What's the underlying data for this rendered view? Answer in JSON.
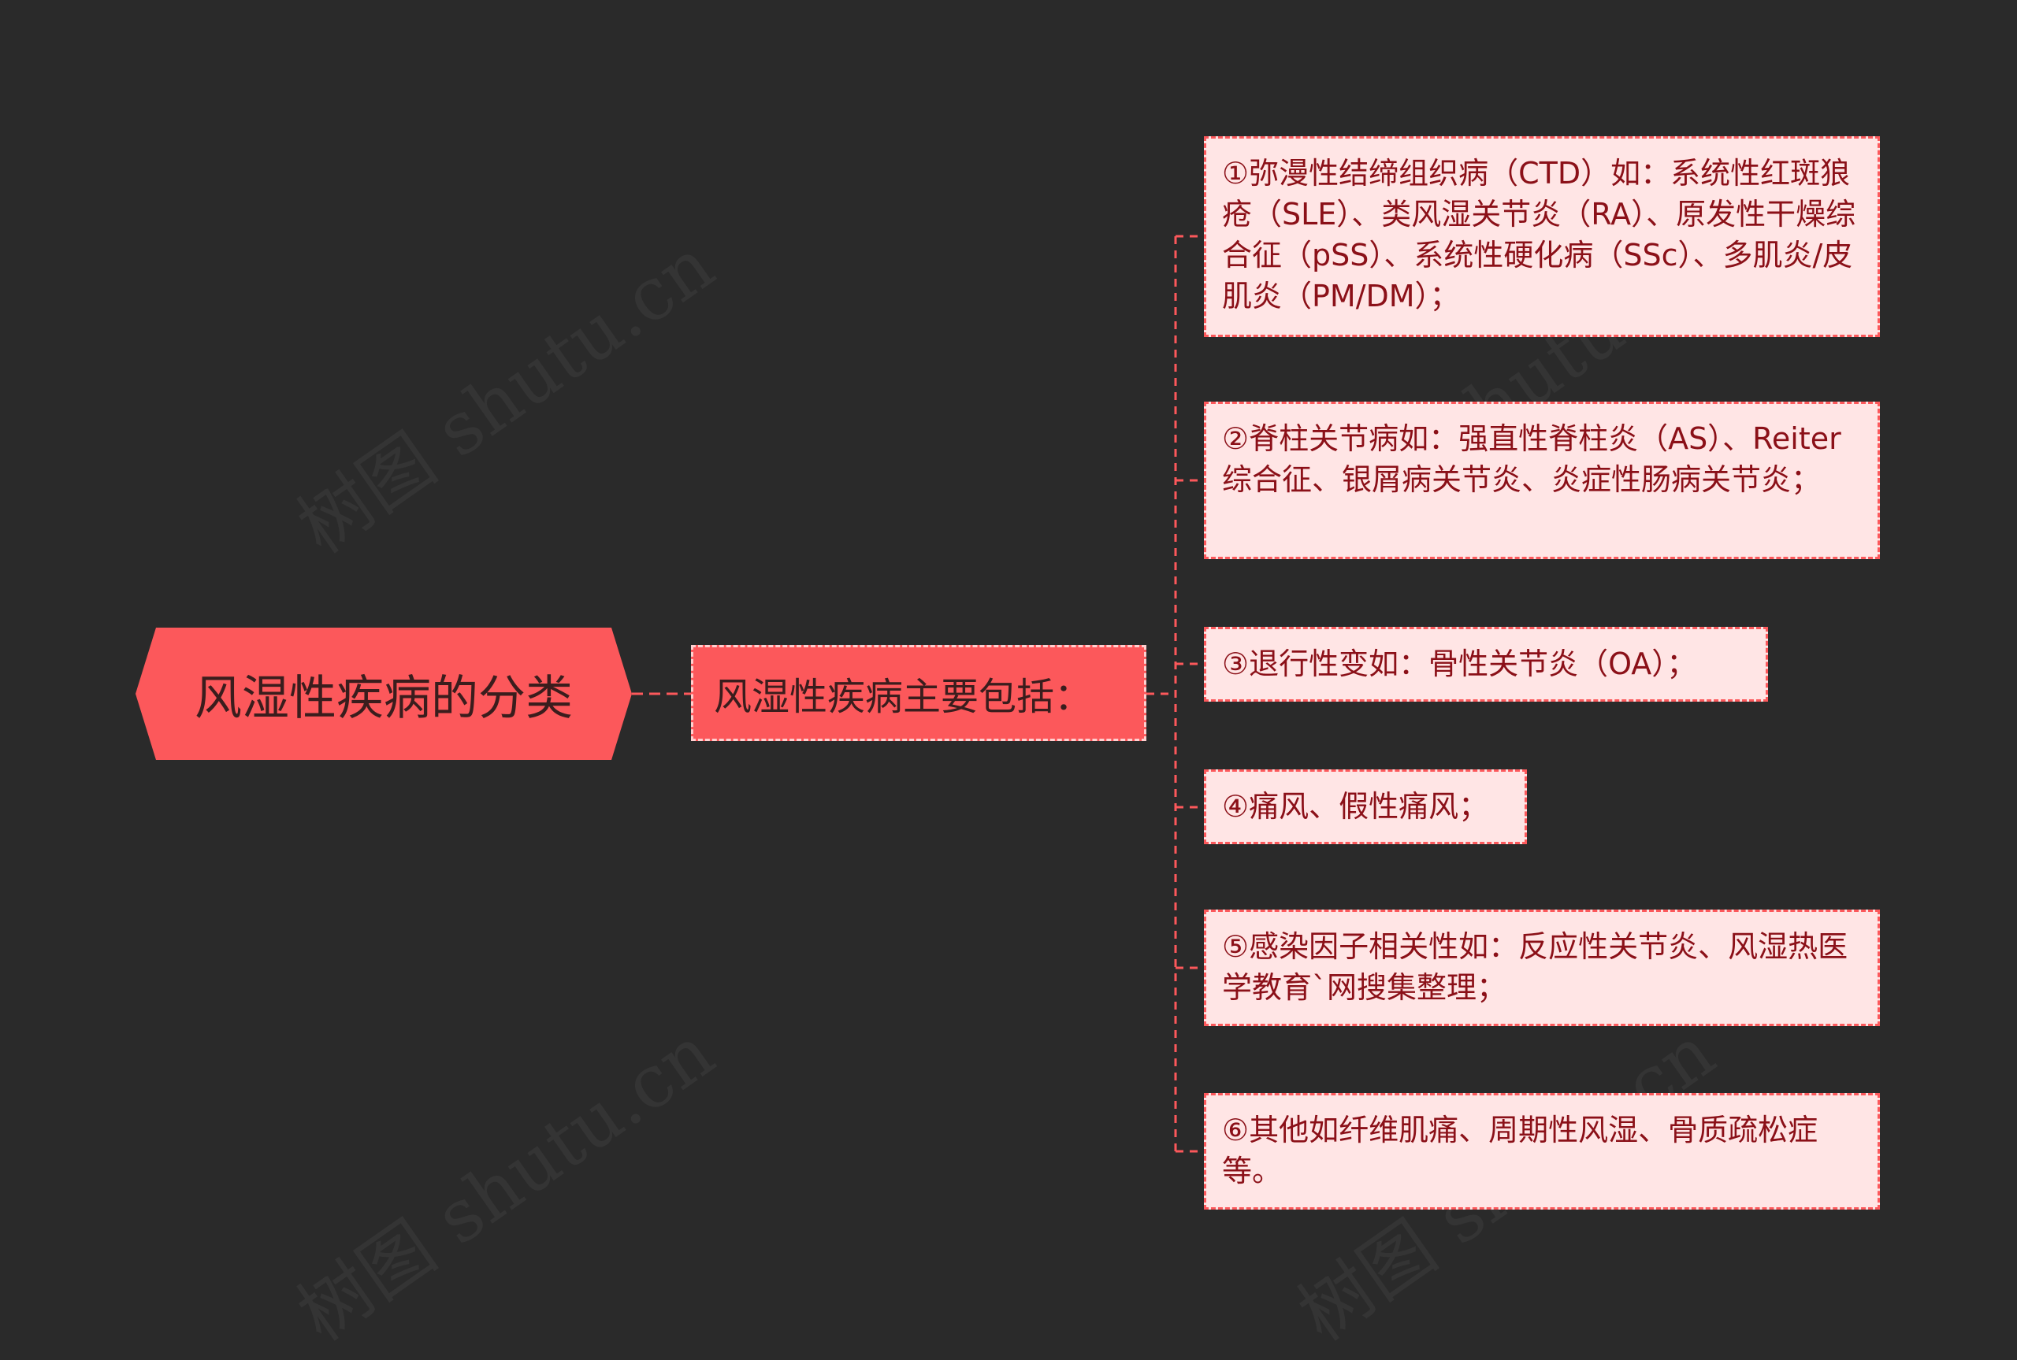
{
  "root": {
    "label": "风湿性疾病的分类"
  },
  "branch": {
    "label": "风湿性疾病主要包括："
  },
  "leaves": [
    {
      "label": "①弥漫性结缔组织病（CTD）如：系统性红斑狼疮（SLE）、类风湿关节炎（RA）、原发性干燥综合征（pSS）、系统性硬化病（SSc）、多肌炎/皮肌炎（PM/DM）；"
    },
    {
      "label": "②脊柱关节病如：强直性脊柱炎（AS）、Reiter综合征、银屑病关节炎、炎症性肠病关节炎；"
    },
    {
      "label": "③退行性变如：骨性关节炎（OA）；"
    },
    {
      "label": "④痛风、假性痛风；"
    },
    {
      "label": "⑤感染因子相关性如：反应性关节炎、风湿热医学教育`网搜集整理；"
    },
    {
      "label": "⑥其他如纤维肌痛、周期性风湿、骨质疏松症等。"
    }
  ],
  "watermark": {
    "text": "树图 shutu.cn"
  },
  "colors": {
    "background": "#2a2a2a",
    "node_fill": "#fc585b",
    "leaf_fill": "#ffe5e5",
    "leaf_text": "#8b1018",
    "connector": "#fc585b"
  }
}
